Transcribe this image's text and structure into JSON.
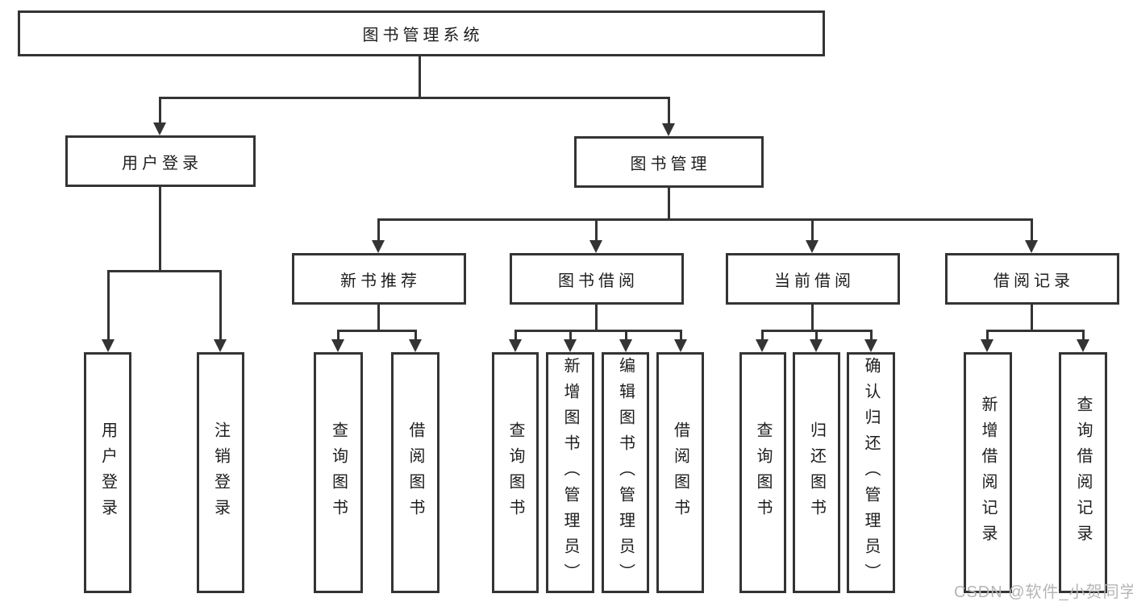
{
  "colors": {
    "line": "#343434",
    "node_border": "#343434",
    "node_text": "#1d1d1d",
    "background": "#ffffff",
    "watermark": "#b5b5b5"
  },
  "root": {
    "label": "图书管理系统",
    "children": [
      {
        "label": "用户登录",
        "children": [
          {
            "label": "用户登录"
          },
          {
            "label": "注销登录"
          }
        ]
      },
      {
        "label": "图书管理",
        "children": [
          {
            "label": "新书推荐",
            "children": [
              {
                "label": "查询图书"
              },
              {
                "label": "借阅图书"
              }
            ]
          },
          {
            "label": "图书借阅",
            "children": [
              {
                "label": "查询图书"
              },
              {
                "label": "新增图书（管理员）"
              },
              {
                "label": "编辑图书（管理员）"
              },
              {
                "label": "借阅图书"
              }
            ]
          },
          {
            "label": "当前借阅",
            "children": [
              {
                "label": "查询图书"
              },
              {
                "label": "归还图书"
              },
              {
                "label": "确认归还（管理员）"
              }
            ]
          },
          {
            "label": "借阅记录",
            "children": [
              {
                "label": "新增借阅记录"
              },
              {
                "label": "查询借阅记录"
              }
            ]
          }
        ]
      }
    ]
  },
  "watermark": {
    "text": "CSDN @软件_小贺同学"
  }
}
